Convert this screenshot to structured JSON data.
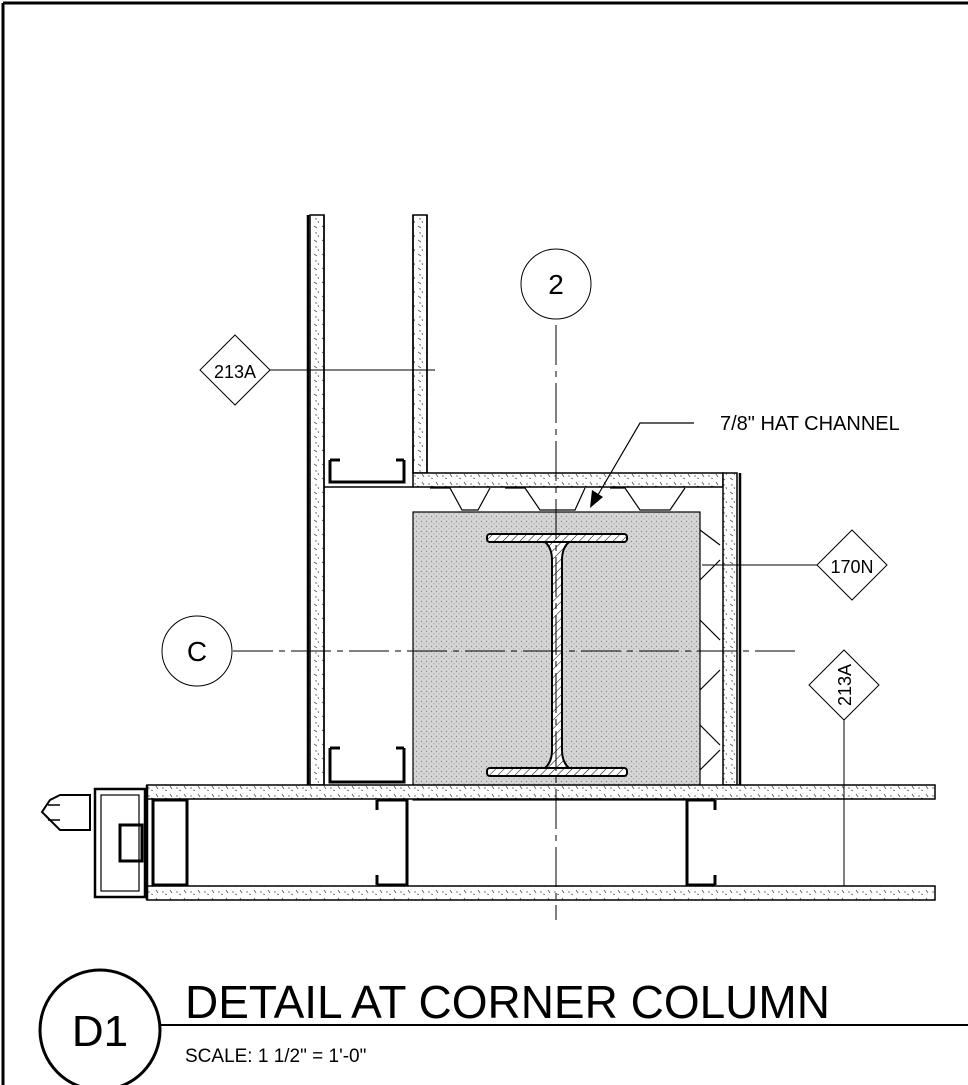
{
  "drawing": {
    "grid_marks": {
      "vertical": "2",
      "horizontal": "C"
    },
    "tags": {
      "wall_top_left": "213A",
      "furring_right": "170N",
      "wall_right": "213A"
    },
    "callouts": {
      "hat_channel": "7/8\" HAT CHANNEL"
    }
  },
  "title_block": {
    "detail_id": "D1",
    "title": "DETAIL AT CORNER COLUMN",
    "scale": "SCALE:  1 1/2\" = 1'-0\""
  },
  "colors": {
    "line": "#000000",
    "fireproofing_fill": "#d4d4d4",
    "background": "#ffffff"
  }
}
